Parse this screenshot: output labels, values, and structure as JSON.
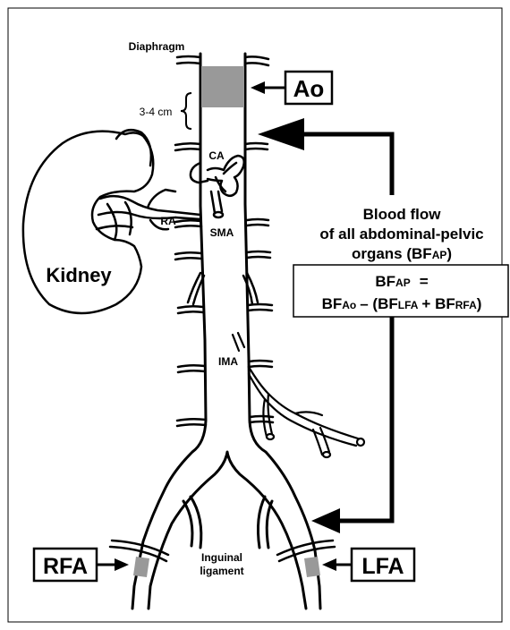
{
  "labels": {
    "diaphragm": "Diaphragm",
    "ao": "Ao",
    "span": "3-4 cm",
    "ca": "CA",
    "ra": "RA",
    "sma": "SMA",
    "kidney": "Kidney",
    "ima": "IMA",
    "inguinal_line1": "Inguinal",
    "inguinal_line2": "ligament",
    "rfa": "RFA",
    "lfa": "LFA"
  },
  "blood_flow": {
    "line1": "Blood flow",
    "line2": "of all abdominal-pelvic",
    "line3_prefix": "organs (BF",
    "line3_sub": "AP",
    "line3_suffix": ")"
  },
  "formula": {
    "lhs_main": "BF",
    "lhs_sub": "AP",
    "equals": "=",
    "ao_main": "BF",
    "ao_sub": "Ao",
    "minus_open": "– (BF",
    "lfa_sub": "LFA",
    "plus": "+ BF",
    "rfa_sub": "RFA",
    "close": ")"
  },
  "colors": {
    "measurement_shade": "#999999",
    "stroke": "#000000"
  }
}
